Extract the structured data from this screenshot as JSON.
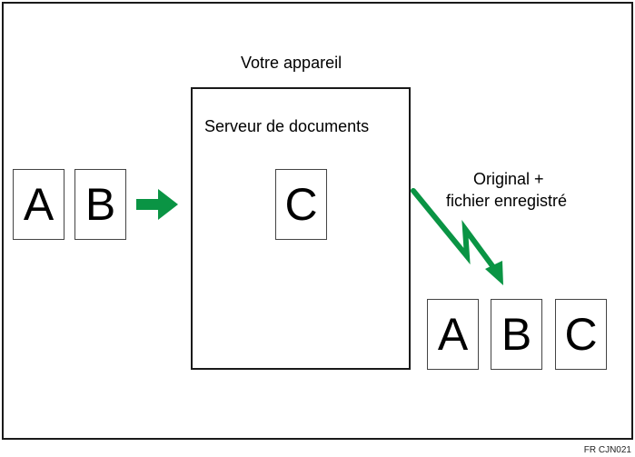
{
  "diagram": {
    "labels": {
      "device": "Votre appareil",
      "server": "Serveur de documents",
      "output_line1": "Original +",
      "output_line2": "fichier enregistré",
      "figure_code": "FR CJN021"
    },
    "input_pages": [
      "A",
      "B"
    ],
    "stored_page": "C",
    "output_pages": [
      "A",
      "B",
      "C"
    ],
    "colors": {
      "arrow": "#0a9444",
      "border": "#1a1a1a",
      "background": "#ffffff"
    }
  }
}
